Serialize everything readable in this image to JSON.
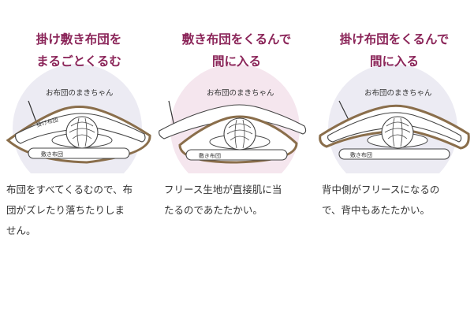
{
  "colors": {
    "title": "#8b2559",
    "text": "#333333",
    "circle_light": "#ecebf3",
    "circle_pink": "#f5e6ee",
    "brown": "#8a6e4b",
    "outline": "#444444"
  },
  "panels": [
    {
      "title_line1": "掛け敷き布団を",
      "title_line2": "まるごとくるむ",
      "cover_label": "お布団のまきちゃん",
      "kake_label": "掛け布団",
      "shiki_label": "敷き布団",
      "caption_lines": [
        "布団をすべてくるむので、布",
        "団がズレたり落ちたりしま",
        "せん。"
      ]
    },
    {
      "title_line1": "敷き布団をくるんで",
      "title_line2": "間に入る",
      "cover_label": "お布団のまきちゃん",
      "shiki_label": "敷き布団",
      "caption_lines": [
        "フリース生地が直接肌に当",
        "たるのであたたかい。"
      ]
    },
    {
      "title_line1": "掛け布団をくるんで",
      "title_line2": "間に入る",
      "cover_label": "お布団のまきちゃん",
      "shiki_label": "敷き布団",
      "caption_lines": [
        "背中側がフリースになるの",
        "で、背中もあたたかい。"
      ]
    }
  ]
}
